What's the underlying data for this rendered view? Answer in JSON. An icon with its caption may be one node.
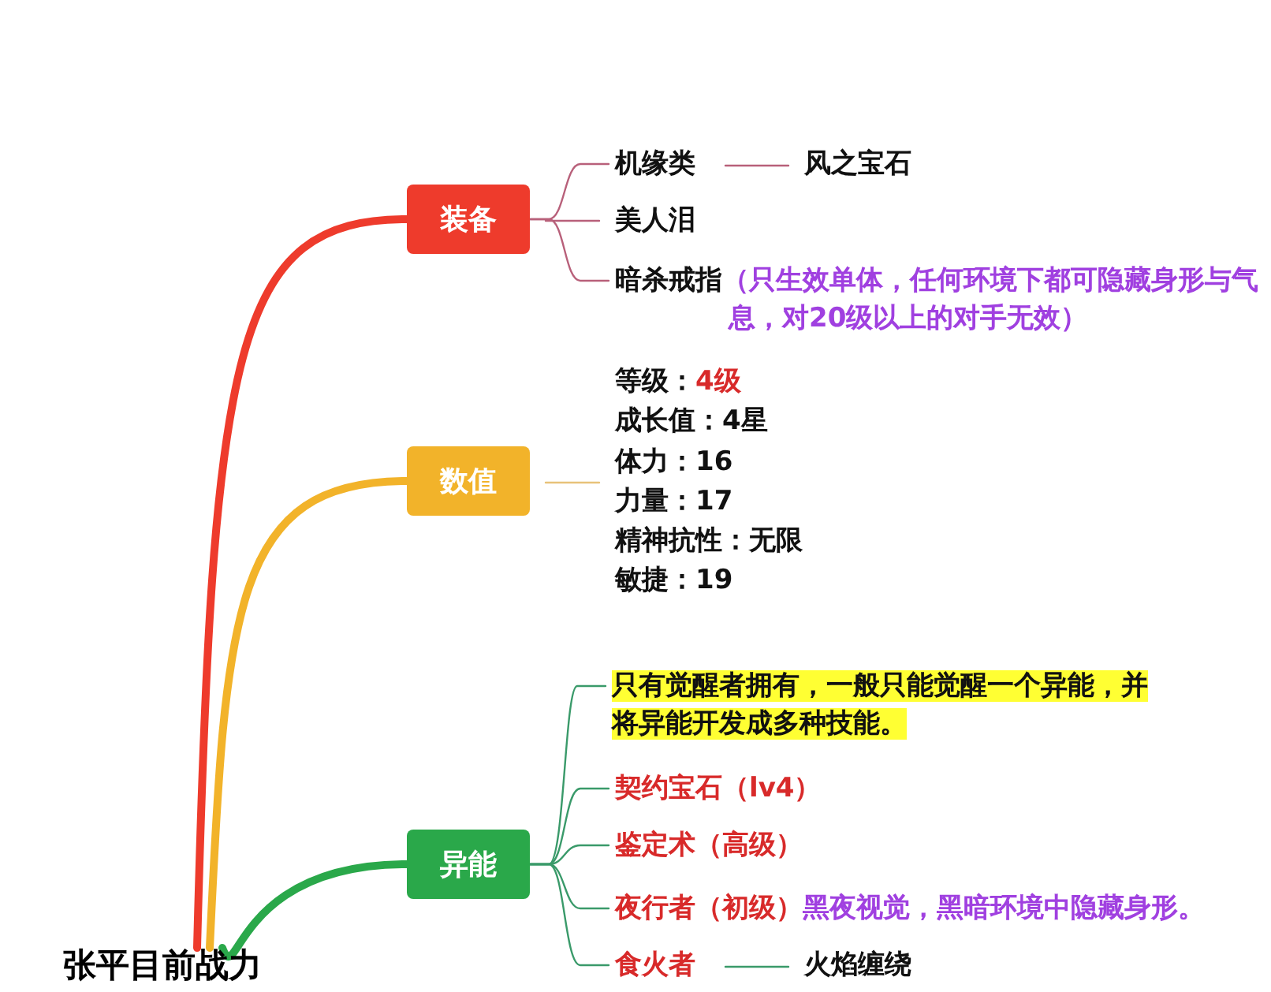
{
  "diagram": {
    "nodes": [
      {
        "text": [
          "张平目前战力"
        ]
      },
      {
        "text": [
          "装备"
        ]
      },
      {
        "text": [
          "机缘类"
        ]
      },
      {
        "text": [
          "风之宝石"
        ]
      },
      {
        "text": [
          "美人泪"
        ]
      },
      {
        "text": [
          "暗杀戒指",
          "（只生效单体，任何环境下都可隐藏身形与气息，对20级以上的对手无效）"
        ]
      },
      {
        "text": [
          "数值"
        ]
      },
      {
        "text": [
          "等级：",
          "4级",
          "成长值：4星",
          "体力：16",
          "力量：17",
          "精神抗性：无限",
          "敏捷：19"
        ]
      },
      {
        "text": [
          "异能"
        ]
      },
      {
        "text": [
          "只有觉醒者拥有，一般只能觉醒一个异能，并将异能开发成多种技能。"
        ]
      },
      {
        "text": [
          "契约宝石（lv4）"
        ]
      },
      {
        "text": [
          "鉴定术（高级）"
        ]
      },
      {
        "text": [
          "夜行者（初级）",
          "黑夜视觉，黑暗环境中隐藏身形。"
        ]
      },
      {
        "text": [
          "食火者"
        ]
      },
      {
        "text": [
          "火焰缠绕"
        ]
      }
    ],
    "edges": [
      {
        "from": 0,
        "to": 1,
        "arrow": "none",
        "style": "thick",
        "color": "#ee3b2c"
      },
      {
        "from": 0,
        "to": 6,
        "arrow": "none",
        "style": "thick",
        "color": "#f2b32a"
      },
      {
        "from": 0,
        "to": 8,
        "arrow": "none",
        "style": "thick",
        "color": "#2aa84a"
      },
      {
        "from": 1,
        "to": 2,
        "arrow": "none",
        "color": "#b8607a"
      },
      {
        "from": 2,
        "to": 3,
        "arrow": "none",
        "color": "#b8607a"
      },
      {
        "from": 1,
        "to": 4,
        "arrow": "none",
        "color": "#b8607a"
      },
      {
        "from": 1,
        "to": 5,
        "arrow": "none",
        "color": "#b8607a"
      },
      {
        "from": 6,
        "to": 7,
        "arrow": "none",
        "color": "#e8c27a"
      },
      {
        "from": 8,
        "to": 9,
        "arrow": "none",
        "color": "#3a9a6a"
      },
      {
        "from": 8,
        "to": 10,
        "arrow": "none",
        "color": "#3a9a6a"
      },
      {
        "from": 8,
        "to": 11,
        "arrow": "none",
        "color": "#3a9a6a"
      },
      {
        "from": 8,
        "to": 12,
        "arrow": "none",
        "color": "#3a9a6a"
      },
      {
        "from": 8,
        "to": 13,
        "arrow": "none",
        "color": "#3a9a6a"
      },
      {
        "from": 13,
        "to": 14,
        "arrow": "none",
        "color": "#3a9a6a"
      }
    ]
  }
}
